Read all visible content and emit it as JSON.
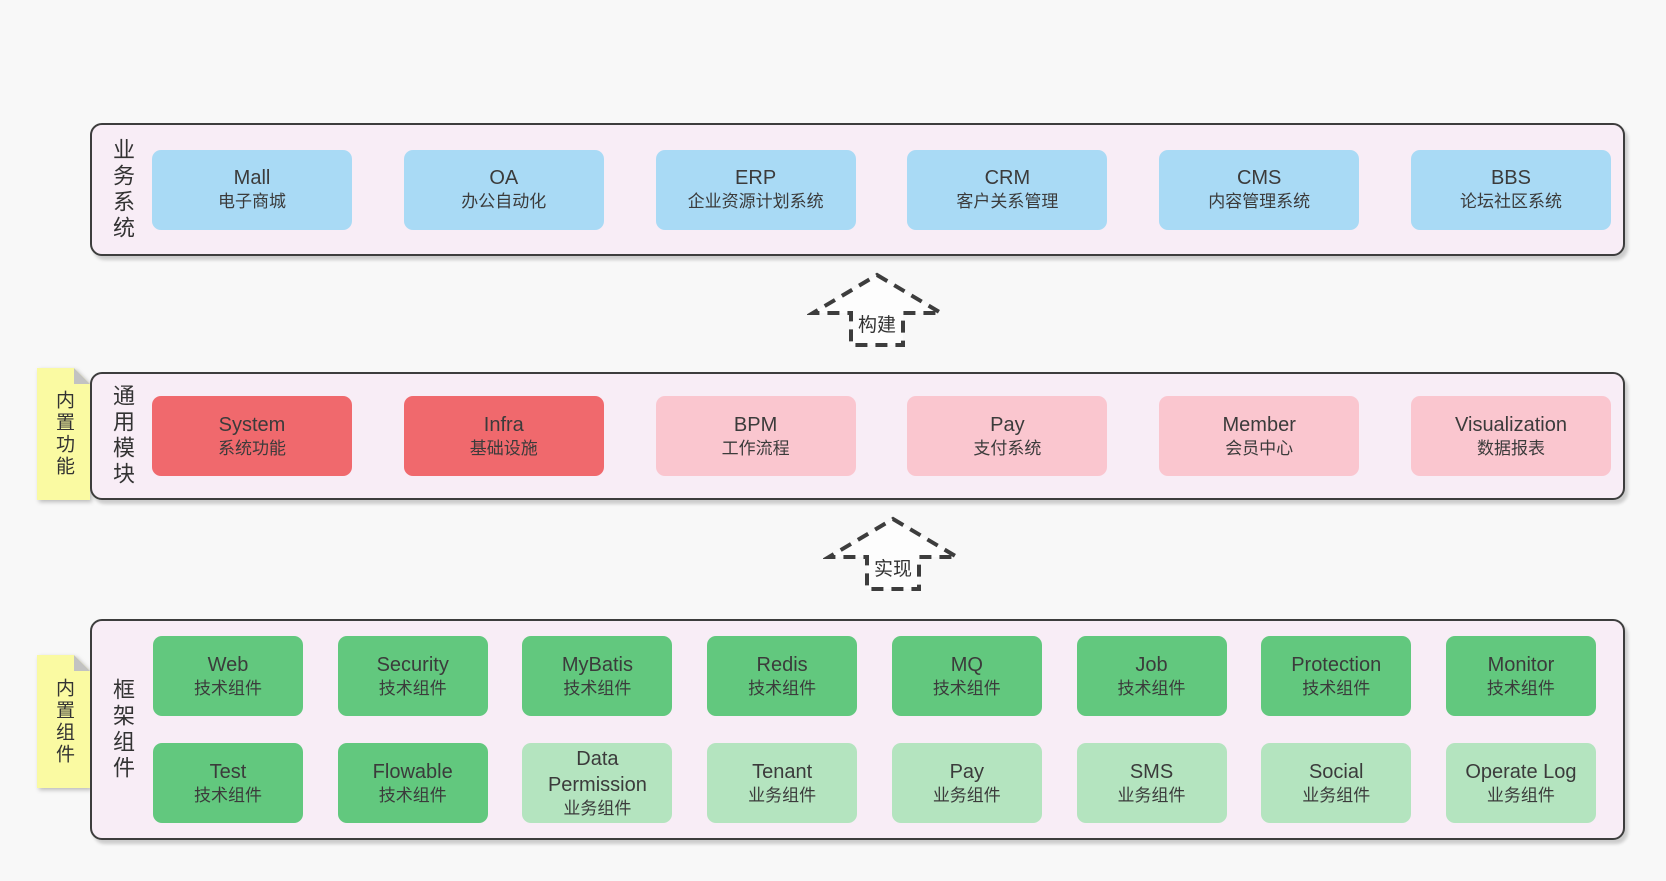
{
  "colors": {
    "page_bg": "#f8f8f8",
    "band_bg": "#f8edf6",
    "band_border": "#3d3d3d",
    "blue": "#a9daf5",
    "red": "#f0696d",
    "pink": "#fac6cf",
    "green": "#62c87e",
    "light_green": "#b4e4bf",
    "sticky": "#fafaa2",
    "fold": "#c2c2c2",
    "text": "#3b3b3b",
    "arrow_fill": "#fdfdfd",
    "arrow_stroke": "#3d3d3d"
  },
  "arrows": {
    "build": "构建",
    "implement": "实现"
  },
  "band_business": {
    "label": "业务系统",
    "boxes": [
      {
        "title": "Mall",
        "subtitle": "电子商城",
        "color": "blue"
      },
      {
        "title": "OA",
        "subtitle": "办公自动化",
        "color": "blue"
      },
      {
        "title": "ERP",
        "subtitle": "企业资源计划系统",
        "color": "blue"
      },
      {
        "title": "CRM",
        "subtitle": "客户关系管理",
        "color": "blue"
      },
      {
        "title": "CMS",
        "subtitle": "内容管理系统",
        "color": "blue"
      },
      {
        "title": "BBS",
        "subtitle": "论坛社区系统",
        "color": "blue"
      }
    ]
  },
  "band_modules": {
    "label": "通用模块",
    "sticky": "内置功能",
    "boxes": [
      {
        "title": "System",
        "subtitle": "系统功能",
        "color": "red"
      },
      {
        "title": "Infra",
        "subtitle": "基础设施",
        "color": "red"
      },
      {
        "title": "BPM",
        "subtitle": "工作流程",
        "color": "pink"
      },
      {
        "title": "Pay",
        "subtitle": "支付系统",
        "color": "pink"
      },
      {
        "title": "Member",
        "subtitle": "会员中心",
        "color": "pink"
      },
      {
        "title": "Visualization",
        "subtitle": "数据报表",
        "color": "pink"
      }
    ]
  },
  "band_components": {
    "label": "框架组件",
    "sticky": "内置组件",
    "row1": [
      {
        "title": "Web",
        "subtitle": "技术组件",
        "color": "green"
      },
      {
        "title": "Security",
        "subtitle": "技术组件",
        "color": "green"
      },
      {
        "title": "MyBatis",
        "subtitle": "技术组件",
        "color": "green"
      },
      {
        "title": "Redis",
        "subtitle": "技术组件",
        "color": "green"
      },
      {
        "title": "MQ",
        "subtitle": "技术组件",
        "color": "green"
      },
      {
        "title": "Job",
        "subtitle": "技术组件",
        "color": "green"
      },
      {
        "title": "Protection",
        "subtitle": "技术组件",
        "color": "green"
      },
      {
        "title": "Monitor",
        "subtitle": "技术组件",
        "color": "green"
      }
    ],
    "row2": [
      {
        "title": "Test",
        "subtitle": "技术组件",
        "color": "green"
      },
      {
        "title": "Flowable",
        "subtitle": "技术组件",
        "color": "green"
      },
      {
        "title": "Data Permission",
        "subtitle": "业务组件",
        "color": "light_green"
      },
      {
        "title": "Tenant",
        "subtitle": "业务组件",
        "color": "light_green"
      },
      {
        "title": "Pay",
        "subtitle": "业务组件",
        "color": "light_green"
      },
      {
        "title": "SMS",
        "subtitle": "业务组件",
        "color": "light_green"
      },
      {
        "title": "Social",
        "subtitle": "业务组件",
        "color": "light_green"
      },
      {
        "title": "Operate Log",
        "subtitle": "业务组件",
        "color": "light_green"
      }
    ]
  }
}
